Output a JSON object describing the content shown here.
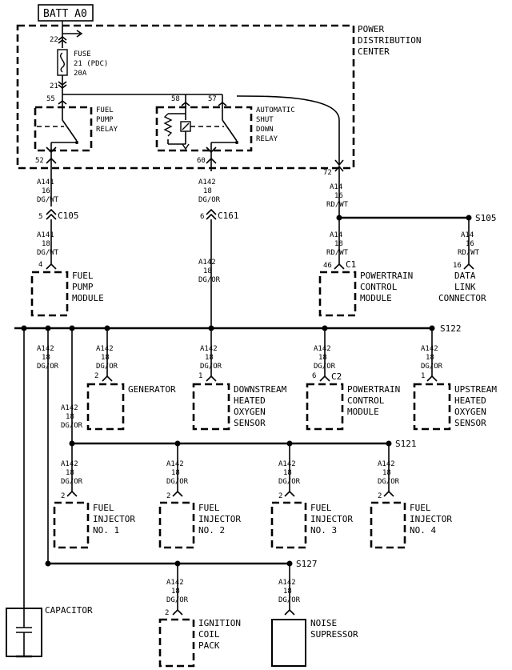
{
  "battery_label": "BATT A0",
  "pdc": {
    "l1": "POWER",
    "l2": "DISTRIBUTION",
    "l3": "CENTER"
  },
  "fuse": {
    "l1": "FUSE",
    "l2": "21 (PDC)",
    "l3": "20A",
    "pin_top": "22",
    "pin_bottom": "21"
  },
  "fuel_pump_relay": {
    "l1": "FUEL",
    "l2": "PUMP",
    "l3": "RELAY",
    "pin_top": "55",
    "pin_bottom": "52"
  },
  "asd_relay": {
    "l1": "AUTOMATIC",
    "l2": "SHUT",
    "l3": "DOWN",
    "l4": "RELAY",
    "pin_coil": "58",
    "pin_top": "57",
    "pin_bottom": "60"
  },
  "pdc_pin_72": "72",
  "wires": {
    "a141_16": {
      "circuit": "A141",
      "gauge": "16",
      "color": "DG/WT"
    },
    "a141_18": {
      "circuit": "A141",
      "gauge": "18",
      "color": "DG/WT"
    },
    "a142_pdc": {
      "circuit": "A142",
      "gauge": "18",
      "color": "DG/OR"
    },
    "a142_mid": {
      "circuit": "A142",
      "gauge": "18",
      "color": "DG/OR"
    },
    "a14_pdc": {
      "circuit": "A14",
      "gauge": "16",
      "color": "RD/WT"
    },
    "a14_pcm": {
      "circuit": "A14",
      "gauge": "18",
      "color": "RD/WT"
    },
    "a14_dlc": {
      "circuit": "A14",
      "gauge": "16",
      "color": "RD/WT"
    },
    "a142_left": {
      "circuit": "A142",
      "gauge": "18",
      "color": "DG/OR"
    },
    "a142_gen": {
      "circuit": "A142",
      "gauge": "18",
      "color": "DG/OR"
    },
    "a142_down": {
      "circuit": "A142",
      "gauge": "18",
      "color": "DG/OR"
    },
    "a142_pcm2": {
      "circuit": "A142",
      "gauge": "18",
      "color": "DG/OR"
    },
    "a142_up": {
      "circuit": "A142",
      "gauge": "18",
      "color": "DG/OR"
    },
    "a142_s121": {
      "circuit": "A142",
      "gauge": "18",
      "color": "DG/OR"
    },
    "a142_inj1": {
      "circuit": "A142",
      "gauge": "18",
      "color": "DG/OR"
    },
    "a142_inj2": {
      "circuit": "A142",
      "gauge": "18",
      "color": "DG/OR"
    },
    "a142_inj3": {
      "circuit": "A142",
      "gauge": "18",
      "color": "DG/OR"
    },
    "a142_inj4": {
      "circuit": "A142",
      "gauge": "18",
      "color": "DG/OR"
    },
    "a142_coil": {
      "circuit": "A142",
      "gauge": "18",
      "color": "DG/OR"
    },
    "a142_noise": {
      "circuit": "A142",
      "gauge": "18",
      "color": "DG/OR"
    }
  },
  "connectors": {
    "c105": {
      "pin": "5",
      "name": "C105"
    },
    "c161": {
      "pin": "6",
      "name": "C161"
    },
    "c1": {
      "pin": "46",
      "name": "C1"
    },
    "c2": {
      "pin": "6",
      "name": "C2"
    }
  },
  "splices": {
    "s105": "S105",
    "s122": "S122",
    "s121": "S121",
    "s127": "S127"
  },
  "components": {
    "fuel_pump_module": {
      "pin": "4",
      "l1": "FUEL",
      "l2": "PUMP",
      "l3": "MODULE"
    },
    "pcm_top": {
      "l1": "POWERTRAIN",
      "l2": "CONTROL",
      "l3": "MODULE"
    },
    "dlc": {
      "pin": "16",
      "l1": "DATA",
      "l2": "LINK",
      "l3": "CONNECTOR"
    },
    "generator": {
      "pin": "2",
      "l1": "GENERATOR"
    },
    "downstream_o2": {
      "pin": "1",
      "l1": "DOWNSTREAM",
      "l2": "HEATED",
      "l3": "OXYGEN",
      "l4": "SENSOR"
    },
    "pcm_mid": {
      "l1": "POWERTRAIN",
      "l2": "CONTROL",
      "l3": "MODULE"
    },
    "upstream_o2": {
      "pin": "1",
      "l1": "UPSTREAM",
      "l2": "HEATED",
      "l3": "OXYGEN",
      "l4": "SENSOR"
    },
    "inj1": {
      "pin": "2",
      "l1": "FUEL",
      "l2": "INJECTOR",
      "l3": "NO. 1"
    },
    "inj2": {
      "pin": "2",
      "l1": "FUEL",
      "l2": "INJECTOR",
      "l3": "NO. 2"
    },
    "inj3": {
      "pin": "2",
      "l1": "FUEL",
      "l2": "INJECTOR",
      "l3": "NO. 3"
    },
    "inj4": {
      "pin": "2",
      "l1": "FUEL",
      "l2": "INJECTOR",
      "l3": "NO. 4"
    },
    "capacitor": {
      "l1": "CAPACITOR"
    },
    "ignition_coil": {
      "pin": "2",
      "l1": "IGNITION",
      "l2": "COIL",
      "l3": "PACK"
    },
    "noise_suppressor": {
      "l1": "NOISE",
      "l2": "SUPRESSOR"
    }
  }
}
